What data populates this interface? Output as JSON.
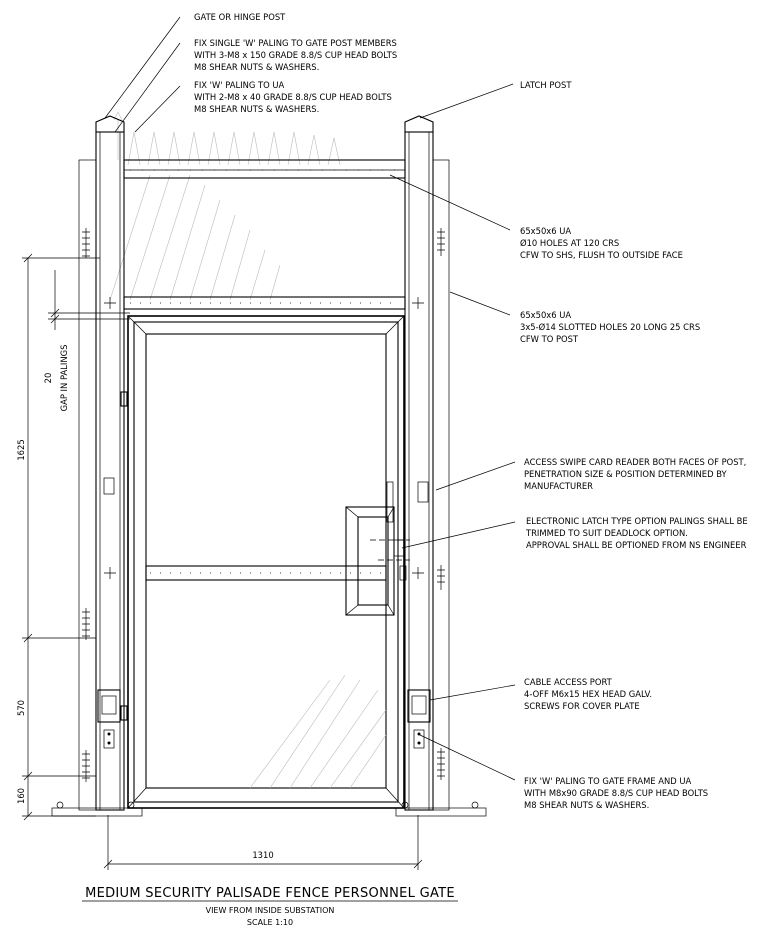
{
  "drawing": {
    "title": "MEDIUM SECURITY PALISADE FENCE PERSONNEL GATE",
    "view": "VIEW FROM INSIDE SUBSTATION",
    "scale": "SCALE 1:10"
  },
  "callouts": {
    "gate_post": "GATE OR HINGE POST",
    "fix_single_line1": "FIX SINGLE 'W' PALING TO GATE POST MEMBERS",
    "fix_single_line2": "WITH 3-M8 x 150 GRADE 8.8/S CUP HEAD BOLTS",
    "fix_single_line3": "M8 SHEAR NUTS & WASHERS.",
    "fix_ua_line1": "FIX 'W' PALING TO UA",
    "fix_ua_line2": "WITH 2-M8 x 40 GRADE 8.8/S CUP HEAD BOLTS",
    "fix_ua_line3": "M8 SHEAR NUTS & WASHERS.",
    "latch_post": "LATCH POST",
    "ua1_line1": "65x50x6 UA",
    "ua1_line2": "Ø10 HOLES AT 120 CRS",
    "ua1_line3": "CFW TO SHS, FLUSH TO OUTSIDE FACE",
    "ua2_line1": "65x50x6 UA",
    "ua2_line2": "3x5-Ø14 SLOTTED HOLES 20 LONG 25 CRS",
    "ua2_line3": "CFW TO POST",
    "swipe_line1": "ACCESS SWIPE CARD READER BOTH FACES OF POST,",
    "swipe_line2": "PENETRATION SIZE & POSITION DETERMINED BY",
    "swipe_line3": "MANUFACTURER",
    "latch_line1": "ELECTRONIC LATCH TYPE OPTION PALINGS SHALL BE",
    "latch_line2": "TRIMMED TO SUIT DEADLOCK OPTION.",
    "latch_line3": "APPROVAL SHALL BE OPTIONED FROM NS ENGINEER",
    "cable_line1": "CABLE ACCESS PORT",
    "cable_line2": "4-OFF M6x15 HEX HEAD GALV.",
    "cable_line3": "SCREWS FOR COVER PLATE",
    "frame_line1": "FIX 'W' PALING TO GATE FRAME AND UA",
    "frame_line2": "WITH M8x90 GRADE 8.8/S CUP HEAD BOLTS",
    "frame_line3": "M8 SHEAR NUTS & WASHERS."
  },
  "dimensions": {
    "gap_value": "20",
    "gap_label": "GAP IN PALINGS",
    "height_1625": "1625",
    "height_570": "570",
    "height_160": "160",
    "width_1310": "1310"
  }
}
